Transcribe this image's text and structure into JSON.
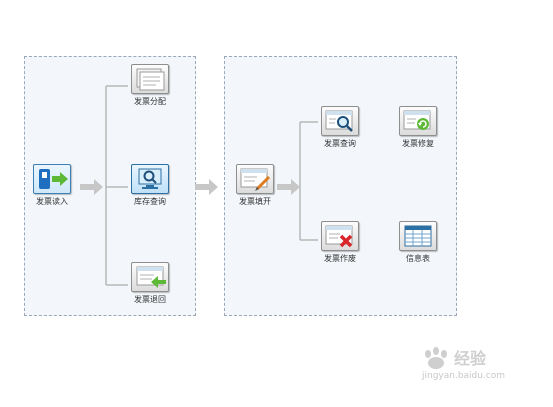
{
  "left_group": {
    "invoice_read": "发票读入",
    "invoice_allocate": "发票分配",
    "inventory_query": "库存查询",
    "invoice_return": "发票退回"
  },
  "right_group": {
    "invoice_issue": "发票填开",
    "invoice_query": "发票查询",
    "invoice_void": "发票作废",
    "invoice_summary": "发票修复",
    "info_table": "信息表"
  },
  "watermark": {
    "url": "jingyan.baidu.com"
  },
  "colors": {
    "panel_bg": "#f3f7fb",
    "panel_border": "#9aa8b8",
    "arrow": "#c7c7c7",
    "connector": "#b8b8b8",
    "selected": "#2b6fa3"
  },
  "icons": {
    "invoice_read": "usb-import-icon",
    "invoice_allocate": "document-stack-icon",
    "inventory_query": "monitor-search-icon",
    "invoice_return": "invoice-return-arrow-icon",
    "invoice_issue": "invoice-pen-icon",
    "invoice_query": "invoice-search-icon",
    "invoice_void": "invoice-delete-icon",
    "invoice_summary": "invoice-refresh-icon",
    "info_table": "table-icon"
  }
}
